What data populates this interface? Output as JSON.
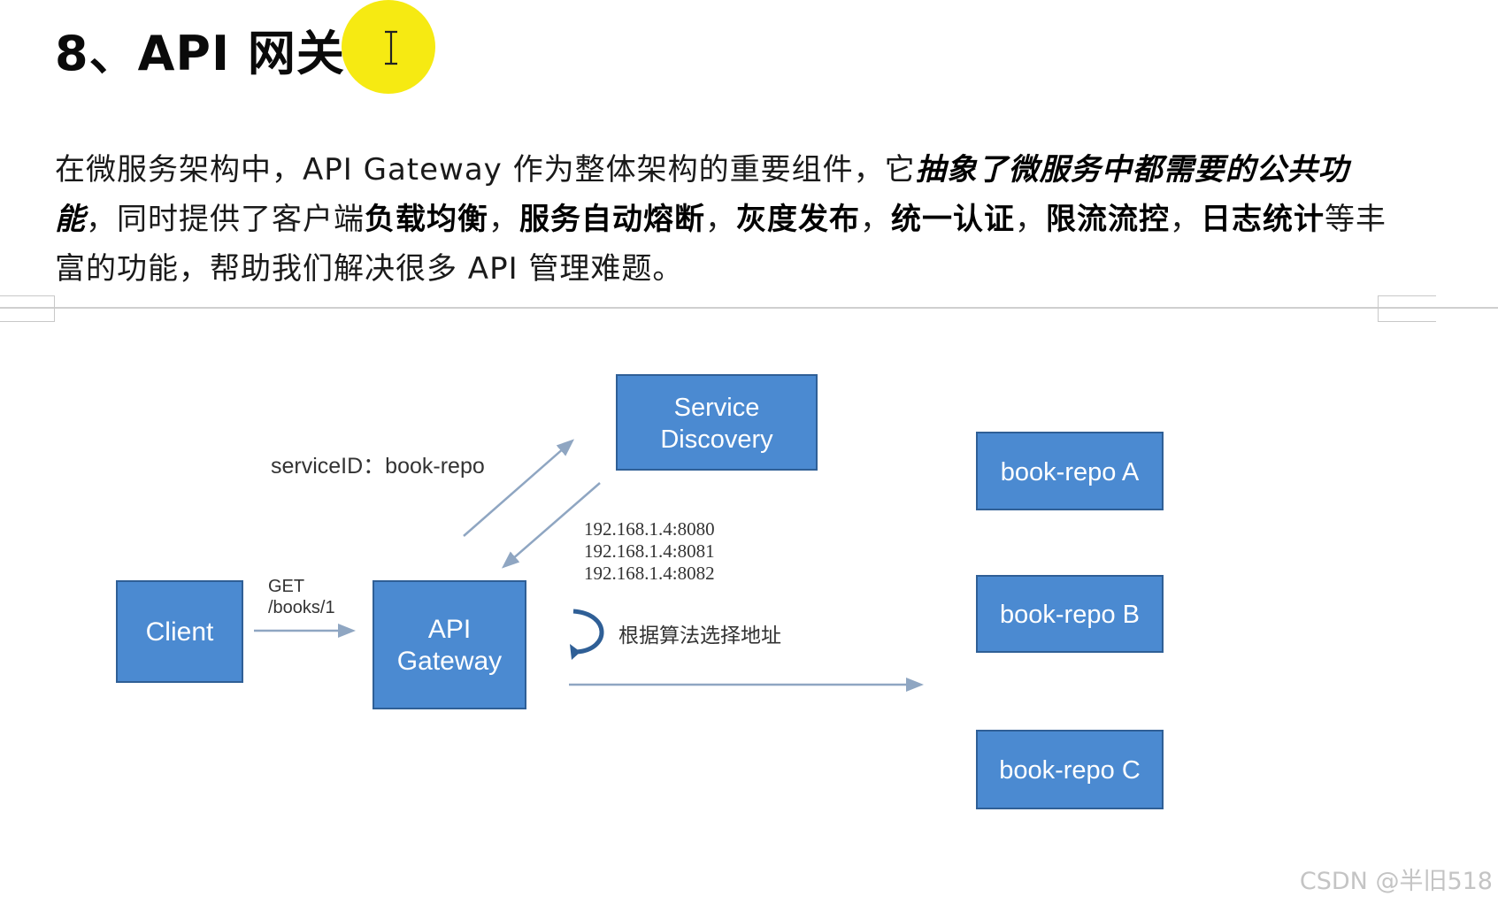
{
  "heading": {
    "title": "8、API 网关"
  },
  "intro": {
    "p1": "在微服务架构中，API Gateway 作为整体架构的重要组件，它",
    "p2": "抽象了微服务中都需要的公共功能",
    "p3": "，同时提供了客户端",
    "p4": "负载均衡",
    "p5": "，",
    "p6": "服务自动熔断",
    "p7": "，",
    "p8": "灰度发布",
    "p9": "，",
    "p10": "统一认证",
    "p11": "，",
    "p12": "限流流控",
    "p13": "，",
    "p14": "日志统计",
    "p15": "等丰富的功能，帮助我们解决很多 API 管理难题。"
  },
  "diagram": {
    "client": "Client",
    "gateway_line1": "API",
    "gateway_line2": "Gateway",
    "discovery_line1": "Service",
    "discovery_line2": "Discovery",
    "repo_a": "book-repo A",
    "repo_b": "book-repo B",
    "repo_c": "book-repo C",
    "service_id_label": "serviceID：book-repo",
    "request_method": "GET",
    "request_path": "/books/1",
    "address_1": "192.168.1.4:8080",
    "address_2": "192.168.1.4:8081",
    "address_3": "192.168.1.4:8082",
    "select_label": "根据算法选择地址"
  },
  "watermark": "CSDN @半旧518",
  "colors": {
    "box_fill": "#4b8ad1",
    "box_border": "#2f5f96",
    "box_text": "#ffffff",
    "arrow": "#8fa6c2",
    "label": "#333333",
    "cursor_highlight": "#f6ea12"
  }
}
